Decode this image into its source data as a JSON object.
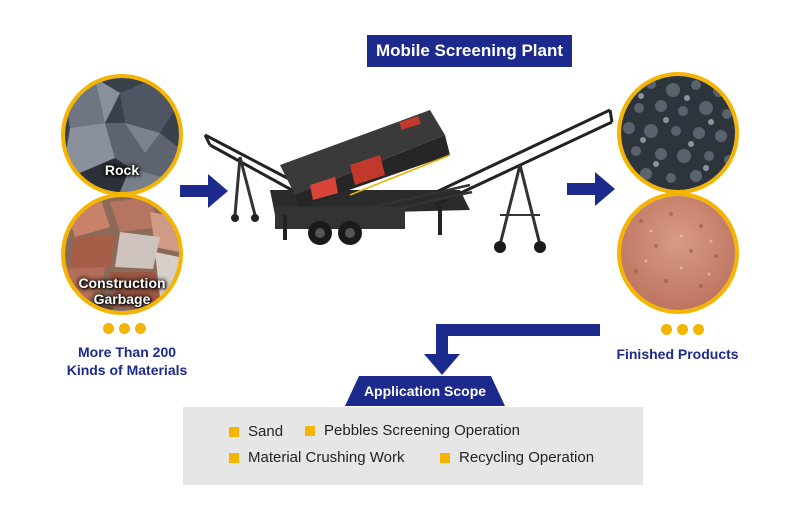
{
  "title": "Mobile Screening Plant",
  "inputs": {
    "items": [
      {
        "label": "Rock"
      },
      {
        "label_line1": "Construction",
        "label_line2": "Garbage"
      }
    ],
    "caption_line1": "More Than 200",
    "caption_line2": "Kinds of Materials"
  },
  "outputs": {
    "caption": "Finished Products"
  },
  "application_scope": {
    "heading": "Application Scope",
    "items": [
      "Sand",
      "Pebbles Screening Operation",
      "Material Crushing Work",
      "Recycling Operation"
    ]
  },
  "colors": {
    "brand_blue": "#1b2a8c",
    "accent_yellow": "#f4b400",
    "scope_bg": "#e6e6e6"
  }
}
